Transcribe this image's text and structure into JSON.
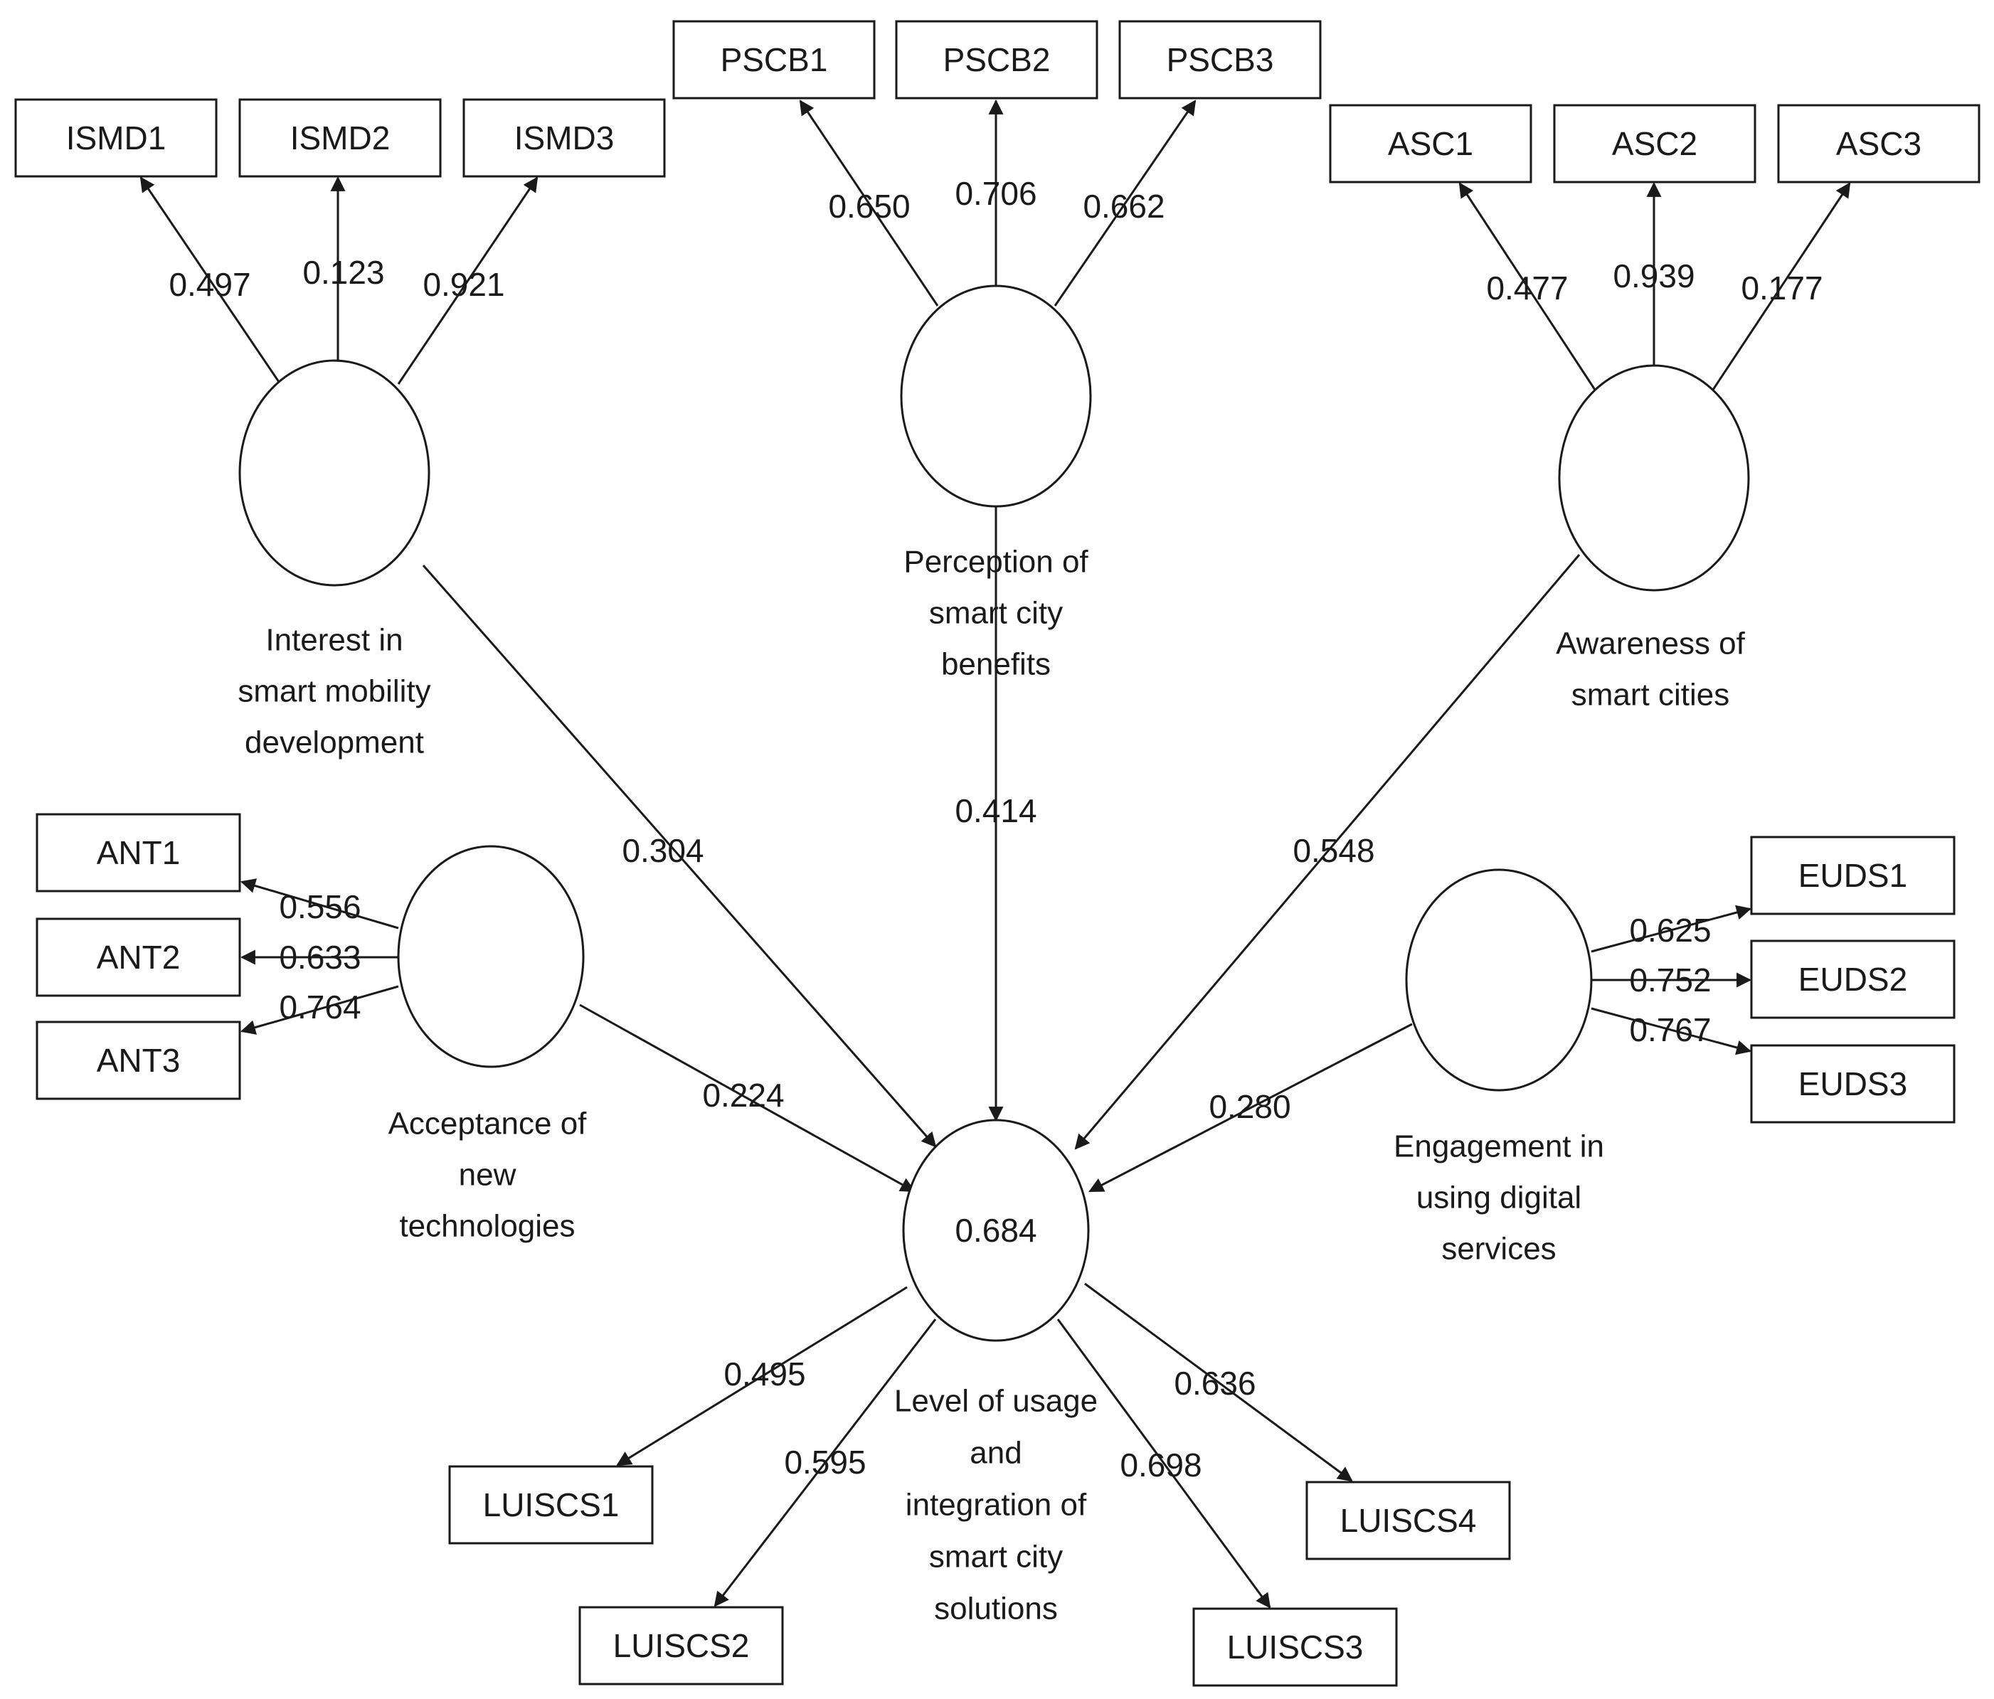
{
  "constructs": [
    {
      "id": "ISMD",
      "label": [
        "Interest in",
        "smart mobility",
        "development"
      ]
    },
    {
      "id": "PSCB",
      "label": [
        "Perception of",
        "smart city",
        "benefits"
      ]
    },
    {
      "id": "ASC",
      "label": [
        "Awareness of",
        "smart cities"
      ]
    },
    {
      "id": "ANT",
      "label": [
        "Acceptance of",
        "new",
        "technologies"
      ]
    },
    {
      "id": "EUDS",
      "label": [
        "Engagement in",
        "using digital",
        "services"
      ]
    },
    {
      "id": "LUISCS",
      "label": [
        "Level of usage",
        "and",
        "integration of",
        "smart city",
        "solutions"
      ],
      "r2": "0.684"
    }
  ],
  "indicators": [
    {
      "id": "ISMD1",
      "label": "ISMD1",
      "construct": "ISMD",
      "loading": "0.497"
    },
    {
      "id": "ISMD2",
      "label": "ISMD2",
      "construct": "ISMD",
      "loading": "0.123"
    },
    {
      "id": "ISMD3",
      "label": "ISMD3",
      "construct": "ISMD",
      "loading": "0.921"
    },
    {
      "id": "PSCB1",
      "label": "PSCB1",
      "construct": "PSCB",
      "loading": "0.650"
    },
    {
      "id": "PSCB2",
      "label": "PSCB2",
      "construct": "PSCB",
      "loading": "0.706"
    },
    {
      "id": "PSCB3",
      "label": "PSCB3",
      "construct": "PSCB",
      "loading": "0.662"
    },
    {
      "id": "ASC1",
      "label": "ASC1",
      "construct": "ASC",
      "loading": "0.477"
    },
    {
      "id": "ASC2",
      "label": "ASC2",
      "construct": "ASC",
      "loading": "0.939"
    },
    {
      "id": "ASC3",
      "label": "ASC3",
      "construct": "ASC",
      "loading": "0.177"
    },
    {
      "id": "ANT1",
      "label": "ANT1",
      "construct": "ANT",
      "loading": "0.556"
    },
    {
      "id": "ANT2",
      "label": "ANT2",
      "construct": "ANT",
      "loading": "0.633"
    },
    {
      "id": "ANT3",
      "label": "ANT3",
      "construct": "ANT",
      "loading": "0.764"
    },
    {
      "id": "EUDS1",
      "label": "EUDS1",
      "construct": "EUDS",
      "loading": "0.625"
    },
    {
      "id": "EUDS2",
      "label": "EUDS2",
      "construct": "EUDS",
      "loading": "0.752"
    },
    {
      "id": "EUDS3",
      "label": "EUDS3",
      "construct": "EUDS",
      "loading": "0.767"
    },
    {
      "id": "LUISCS1",
      "label": "LUISCS1",
      "construct": "LUISCS",
      "loading": "0.495"
    },
    {
      "id": "LUISCS2",
      "label": "LUISCS2",
      "construct": "LUISCS",
      "loading": "0.595"
    },
    {
      "id": "LUISCS3",
      "label": "LUISCS3",
      "construct": "LUISCS",
      "loading": "0.698"
    },
    {
      "id": "LUISCS4",
      "label": "LUISCS4",
      "construct": "LUISCS",
      "loading": "0.636"
    }
  ],
  "paths": [
    {
      "from": "ISMD",
      "to": "LUISCS",
      "coef": "0.304"
    },
    {
      "from": "PSCB",
      "to": "LUISCS",
      "coef": "0.414"
    },
    {
      "from": "ASC",
      "to": "LUISCS",
      "coef": "0.548"
    },
    {
      "from": "ANT",
      "to": "LUISCS",
      "coef": "0.224"
    },
    {
      "from": "EUDS",
      "to": "LUISCS",
      "coef": "0.280"
    }
  ]
}
